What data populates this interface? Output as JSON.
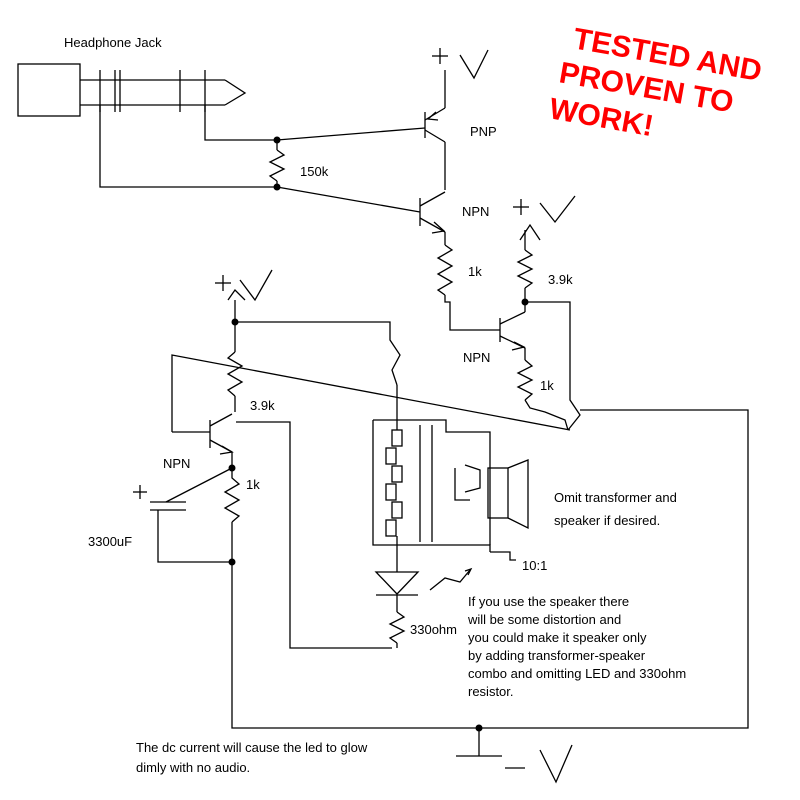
{
  "labels": {
    "headphone_jack": "Headphone Jack",
    "pnp": "PNP",
    "npn_top": "NPN",
    "npn_mid": "NPN",
    "npn_left": "NPN",
    "r_150k": "150k",
    "r_1k_top": "1k",
    "r_3_9k_right": "3.9k",
    "r_1k_right": "1k",
    "r_3_9k_left": "3.9k",
    "r_1k_left": "1k",
    "cap_3300uf": "3300uF",
    "r_330ohm": "330ohm",
    "ratio": "10:1"
  },
  "notes": {
    "omit_line1": "Omit transformer and",
    "omit_line2": "speaker if desired.",
    "dist_line1": "If you use the speaker there",
    "dist_line2": "will be some distortion and",
    "dist_line3": "you could make it speaker only",
    "dist_line4": "by adding transformer-speaker",
    "dist_line5": "combo and omitting LED and 330ohm",
    "dist_line6": "resistor.",
    "dc_line1": "The dc current will cause the led to glow",
    "dc_line2": "dimly with no audio."
  },
  "stamp": {
    "line1": "TESTED AND",
    "line2": "PROVEN TO",
    "line3": "WORK!",
    "color": "#ff0000"
  },
  "colors": {
    "ink": "#000000",
    "paper": "#ffffff"
  }
}
